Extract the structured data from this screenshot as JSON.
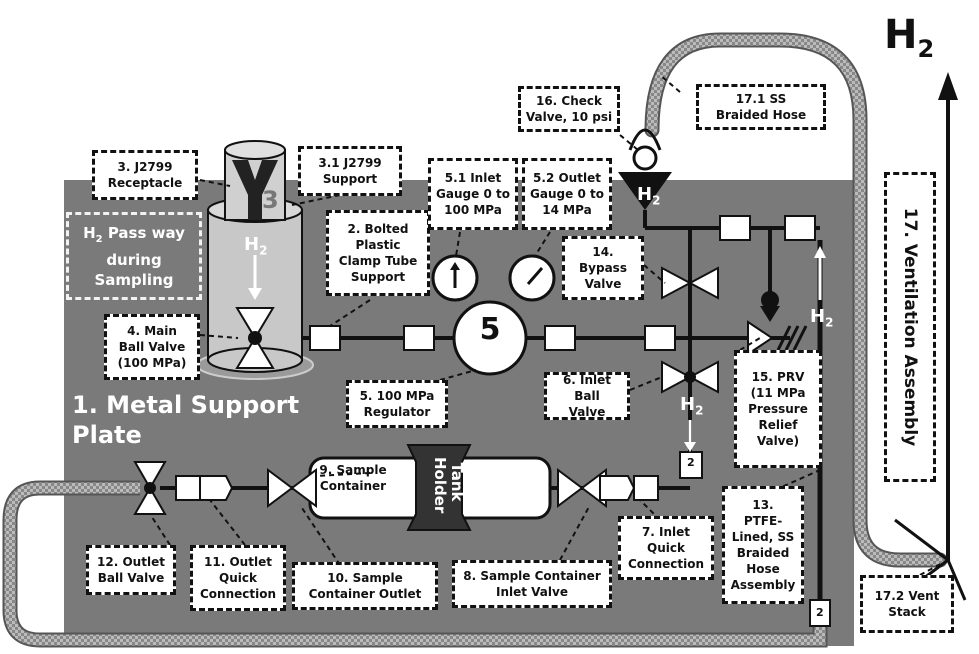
{
  "diagram": {
    "plate_title": "1. Metal Support\nPlate",
    "h2_main": "H",
    "h2_main_sub": "2",
    "h2_small": "H",
    "h2_small_sub": "2",
    "regulator_number": "5",
    "receptacle_number": "3",
    "tank_holder": "Tank\nHolder",
    "vent_title": "17. Ventilation Assembly",
    "gauge_small_label": "2",
    "labels": {
      "receptacle": "3. J2799\nReceptacle",
      "support": "3.1 J2799\nSupport",
      "clamp": "2. Bolted\nPlastic\nClamp Tube\nSupport",
      "inlet_gauge": "5.1 Inlet\nGauge 0 to\n100 MPa",
      "outlet_gauge": "5.2 Outlet\nGauge 0 to\n14 MPa",
      "check_valve": "16. Check\nValve, 10 psi",
      "braided_hose": "17.1 SS\nBraided Hose",
      "pass_way_pre": "H",
      "pass_way_sub": "2",
      "pass_way_rest": " Pass way\nduring\nSampling",
      "main_ball_valve": "4. Main\nBall Valve\n(100 MPa)",
      "bypass_valve": "14.\nBypass\nValve",
      "regulator": "5. 100 MPa\nRegulator",
      "inlet_ball_valve": "6. Inlet Ball\nValve",
      "prv": "15. PRV\n(11 MPa\nPressure\nRelief\nValve)",
      "sample_container": "9. Sample\nContainer",
      "inlet_quick": "7. Inlet\nQuick\nConnection",
      "ptfe_hose": "13.\nPTFE-\nLined, SS\nBraided\nHose\nAssembly",
      "outlet_ball_valve": "12. Outlet\nBall Valve",
      "outlet_quick": "11. Outlet\nQuick\nConnection",
      "container_outlet": "10. Sample\nContainer Outlet",
      "container_inlet_valve": "8. Sample Container\nInlet Valve",
      "vent_stack": "17.2 Vent\nStack"
    }
  }
}
